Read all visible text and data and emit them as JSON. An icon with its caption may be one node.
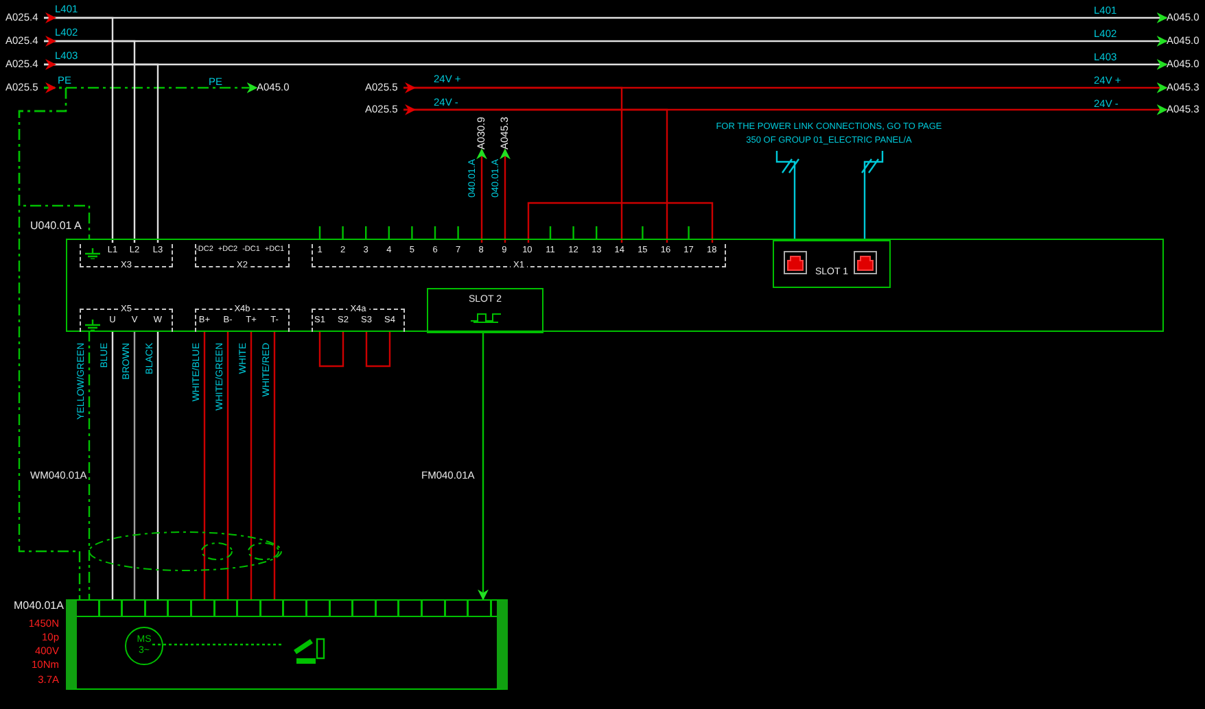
{
  "diagram": {
    "nodes": [
      {
        "text": [
          "A025.4"
        ]
      },
      {
        "text": [
          "A025.4"
        ]
      },
      {
        "text": [
          "A025.4"
        ]
      },
      {
        "text": [
          "A025.5"
        ]
      },
      {
        "text": [
          "A045.0"
        ]
      },
      {
        "text": [
          "A025.5"
        ]
      },
      {
        "text": [
          "A025.5"
        ]
      },
      {
        "text": [
          "A045.0"
        ]
      },
      {
        "text": [
          "A045.0"
        ]
      },
      {
        "text": [
          "A045.0"
        ]
      },
      {
        "text": [
          "A045.3"
        ]
      },
      {
        "text": [
          "A045.3"
        ]
      },
      {
        "text": [
          "U040.01 A"
        ]
      },
      {
        "text": [
          "X3"
        ],
        "in": 12
      },
      {
        "text": [
          "X2"
        ],
        "in": 12
      },
      {
        "text": [
          "X1"
        ],
        "in": 12
      },
      {
        "text": [
          "X5"
        ],
        "in": 12
      },
      {
        "text": [
          "X4b"
        ],
        "in": 12
      },
      {
        "text": [
          "X4a"
        ],
        "in": 12
      },
      {
        "text": [
          "SLOT 2"
        ],
        "in": 12
      },
      {
        "text": [
          "SLOT 1"
        ],
        "in": 12
      },
      {
        "text": [
          "A030.9"
        ]
      },
      {
        "text": [
          "A045.3"
        ]
      },
      {
        "text": [
          "M040.01A"
        ],
        "beside": [
          "1450N",
          "10p",
          "400V",
          "10Nm",
          "3.7A"
        ]
      },
      {
        "text": [
          "MS 3~"
        ],
        "in": 23
      },
      {
        "text": [],
        "shape": "picture",
        "in": 23
      },
      {
        "text": [
          "FOR THE POWER LINK CONNECTIONS, GO TO PAGE 350 OF GROUP 01_ELECTRIC PANEL/A"
        ]
      }
    ],
    "edges": [
      {
        "from": 0,
        "to": 7,
        "arrow": "to",
        "label": "L401",
        "color": "#e0e0e0"
      },
      {
        "from": 1,
        "to": 8,
        "arrow": "to",
        "label": "L402",
        "color": "#e0e0e0"
      },
      {
        "from": 2,
        "to": 9,
        "arrow": "to",
        "label": "L403",
        "color": "#e0e0e0"
      },
      {
        "from": 3,
        "to": 4,
        "arrow": "to",
        "label": "PE",
        "style": "dashed",
        "color": "#00c000"
      },
      {
        "from": 5,
        "to": 10,
        "arrow": "to",
        "label": "24V +"
      },
      {
        "from": 6,
        "to": 11,
        "arrow": "to",
        "label": "24V -"
      },
      {
        "from": 0,
        "to": 13,
        "arrow": "none",
        "color": "#e0e0e0"
      },
      {
        "from": 1,
        "to": 13,
        "arrow": "none",
        "color": "#e0e0e0"
      },
      {
        "from": 2,
        "to": 13,
        "arrow": "none",
        "color": "#e0e0e0"
      },
      {
        "from": 3,
        "to": 12,
        "arrow": "none",
        "style": "dashed",
        "color": "#00c000"
      },
      {
        "from": 5,
        "to": 15,
        "arrow": "none"
      },
      {
        "from": 6,
        "to": 15,
        "arrow": "none"
      },
      {
        "from": 15,
        "to": 15,
        "arrow": "none"
      },
      {
        "from": 15,
        "to": 21,
        "arrow": "to",
        "label": "040.01.A"
      },
      {
        "from": 15,
        "to": 22,
        "arrow": "to",
        "label": "040.01.A"
      },
      {
        "from": 20,
        "to": 26,
        "arrow": "none",
        "color": "#00c8d8"
      },
      {
        "from": 20,
        "to": 26,
        "arrow": "none",
        "color": "#00c8d8"
      },
      {
        "from": 18,
        "to": 18,
        "arrow": "none"
      },
      {
        "from": 18,
        "to": 18,
        "arrow": "none"
      },
      {
        "from": 16,
        "to": 23,
        "arrow": "none",
        "label": "YELLOW/GREEN",
        "style": "dashed",
        "color": "#00c000"
      },
      {
        "from": 16,
        "to": 23,
        "arrow": "none",
        "label": "BLUE",
        "color": "#e0e0e0"
      },
      {
        "from": 16,
        "to": 23,
        "arrow": "none",
        "label": "BROWN",
        "color": "#a0a0a0"
      },
      {
        "from": 16,
        "to": 23,
        "arrow": "none",
        "label": "BLACK",
        "color": "#e0e0e0"
      },
      {
        "from": 17,
        "to": 23,
        "arrow": "none",
        "label": "WHITE/BLUE"
      },
      {
        "from": 17,
        "to": 23,
        "arrow": "none",
        "label": "WHITE/GREEN"
      },
      {
        "from": 17,
        "to": 23,
        "arrow": "none",
        "label": "WHITE"
      },
      {
        "from": 17,
        "to": 23,
        "arrow": "none",
        "label": "WHITE/RED"
      },
      {
        "from": 19,
        "to": 23,
        "arrow": "to",
        "color": "#00c000"
      },
      {
        "from": 3,
        "to": 23,
        "arrow": "none",
        "style": "dashed",
        "color": "#00c000"
      },
      {
        "from": 24,
        "to": 25,
        "arrow": "none",
        "style": "dashed",
        "color": "#00c000"
      }
    ],
    "labels": [
      "L401",
      "L402",
      "L403",
      "PE",
      "24V +",
      "24V -",
      "L1",
      "L2",
      "L3",
      "-DC2",
      "+DC2",
      "-DC1",
      "+DC1",
      "1",
      "2",
      "3",
      "4",
      "5",
      "6",
      "7",
      "8",
      "9",
      "10",
      "11",
      "12",
      "13",
      "14",
      "15",
      "16",
      "17",
      "18",
      "U",
      "V",
      "W",
      "B+",
      "B-",
      "T+",
      "T-",
      "S1",
      "S2",
      "S3",
      "S4",
      "WM040.01A",
      "FM040.01A"
    ]
  }
}
